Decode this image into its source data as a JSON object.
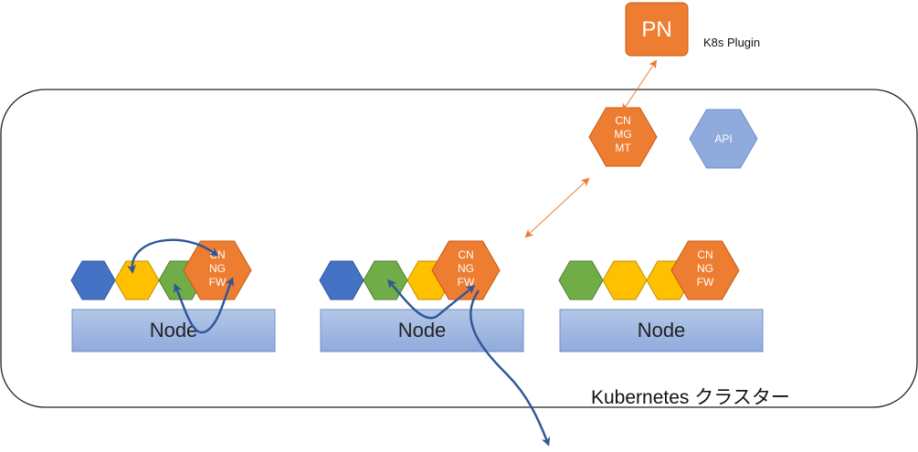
{
  "colors": {
    "orange": "#ED7D31",
    "orange_stroke": "#C55A11",
    "blue": "#4472C4",
    "blue_stroke": "#2F5597",
    "yellow": "#FFC000",
    "yellow_stroke": "#BF9000",
    "green": "#70AD47",
    "green_stroke": "#507E32",
    "api_fill": "#8FAADC",
    "node_top": "#B4C7E7",
    "node_bottom": "#8FAADC",
    "blue_arrow": "#2F5597",
    "orange_arrow": "#ED7D31"
  },
  "plugin": {
    "label": "PN",
    "caption": "K8s Plugin"
  },
  "control": {
    "cnmgmt_lines": [
      "CN",
      "MG",
      "MT"
    ],
    "api_label": "API"
  },
  "cnngfw_lines": [
    "CN",
    "NG",
    "FW"
  ],
  "nodes": [
    {
      "label": "Node",
      "pods": [
        "blue",
        "yellow",
        "green"
      ]
    },
    {
      "label": "Node",
      "pods": [
        "blue",
        "green",
        "yellow"
      ]
    },
    {
      "label": "Node",
      "pods": [
        "green",
        "yellow",
        "yellow"
      ]
    }
  ],
  "cluster_caption": "Kubernetes クラスター"
}
